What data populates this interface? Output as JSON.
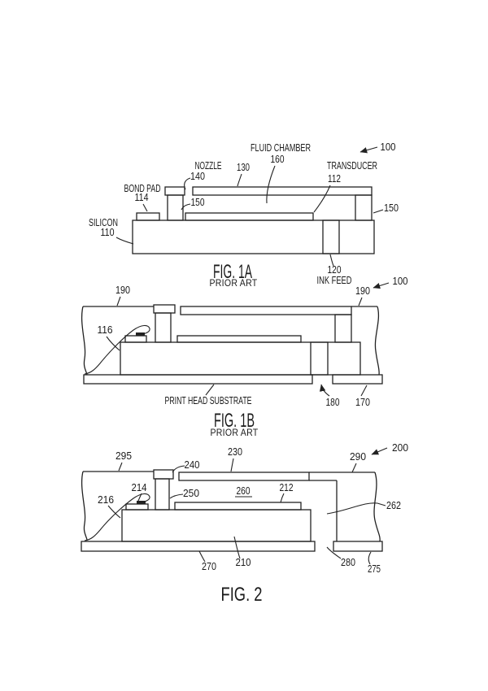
{
  "colors": {
    "ink": "#222222",
    "paper": "#ffffff"
  },
  "fig1a": {
    "caption": "FIG. 1A",
    "subcaption": "PRIOR ART",
    "labels": {
      "fluid_chamber": "FLUID CHAMBER",
      "r160": "160",
      "nozzle": "NOZZLE",
      "r140": "140",
      "r130": "130",
      "transducer": "TRANSDUCER",
      "r112": "112",
      "r100": "100",
      "bond_pad": "BOND PAD",
      "r114": "114",
      "r150_left": "150",
      "r150_right": "150",
      "silicon": "SILICON",
      "r110": "110",
      "r120": "120",
      "ink_feed": "INK FEED"
    }
  },
  "fig1b": {
    "caption": "FIG. 1B",
    "subcaption": "PRIOR ART",
    "labels": {
      "r190_left": "190",
      "r190_right": "190",
      "r100": "100",
      "r116": "116",
      "substrate": "PRINT HEAD SUBSTRATE",
      "r180": "180",
      "r170": "170"
    }
  },
  "fig2": {
    "caption": "FIG. 2",
    "labels": {
      "r295": "295",
      "r240": "240",
      "r230": "230",
      "r290": "290",
      "r200": "200",
      "r216": "216",
      "r214": "214",
      "r250": "250",
      "r260": "260",
      "r212": "212",
      "r262": "262",
      "r270": "270",
      "r210": "210",
      "r280": "280",
      "r275": "275"
    }
  }
}
